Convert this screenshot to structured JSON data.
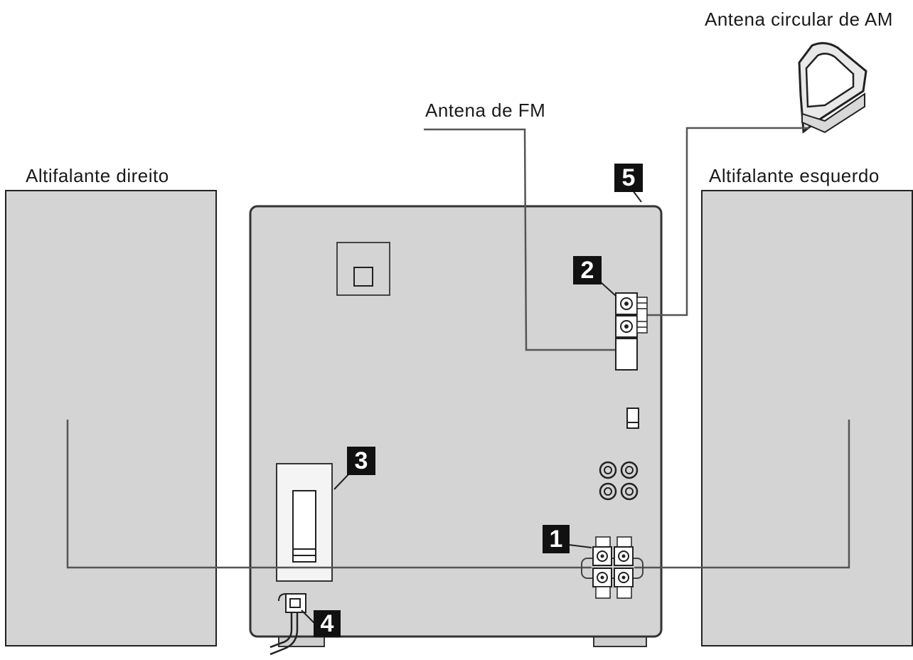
{
  "labels": {
    "am_antenna": "Antena circular de AM",
    "fm_antenna": "Antena de FM",
    "right_speaker": "Altifalante direito",
    "left_speaker": "Altifalante esquerdo"
  },
  "callouts": [
    "1",
    "2",
    "3",
    "4",
    "5"
  ],
  "colors": {
    "panel_fill": "#d4d4d4",
    "outline": "#333333",
    "wire": "#555555",
    "badge": "#111111"
  }
}
